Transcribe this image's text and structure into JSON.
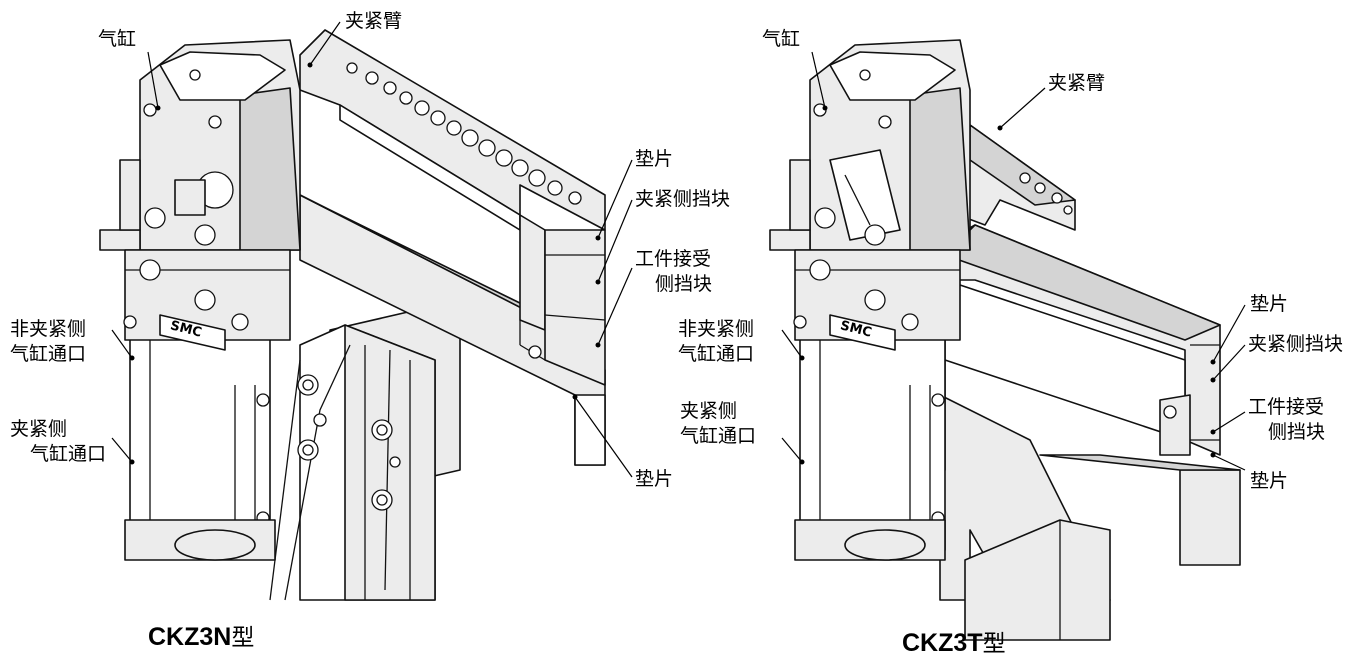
{
  "models": [
    {
      "caption_main": "CKZ3N",
      "caption_suffix": "型",
      "labels": {
        "cylinder": "气缸",
        "clamp_arm": "夹紧臂",
        "shim_top": "垫片",
        "clamp_side_stopper": "夹紧侧挡块",
        "work_stopper_line1": "工件接受",
        "work_stopper_line2": "侧挡块",
        "unclamp_port_line1": "非夹紧侧",
        "unclamp_port_line2": "气缸通口",
        "clamp_port_line1": "夹紧侧",
        "clamp_port_line2": "气缸通口",
        "shim_bottom": "垫片"
      },
      "logo": "SMC"
    },
    {
      "caption_main": "CKZ3T",
      "caption_suffix": "型",
      "labels": {
        "cylinder": "气缸",
        "clamp_arm": "夹紧臂",
        "shim_top": "垫片",
        "clamp_side_stopper": "夹紧侧挡块",
        "work_stopper_line1": "工件接受",
        "work_stopper_line2": "侧挡块",
        "unclamp_port_line1": "非夹紧侧",
        "unclamp_port_line2": "气缸通口",
        "clamp_port_line1": "夹紧侧",
        "clamp_port_line2": "气缸通口",
        "shim_bottom": "垫片"
      },
      "logo": "SMC"
    }
  ]
}
